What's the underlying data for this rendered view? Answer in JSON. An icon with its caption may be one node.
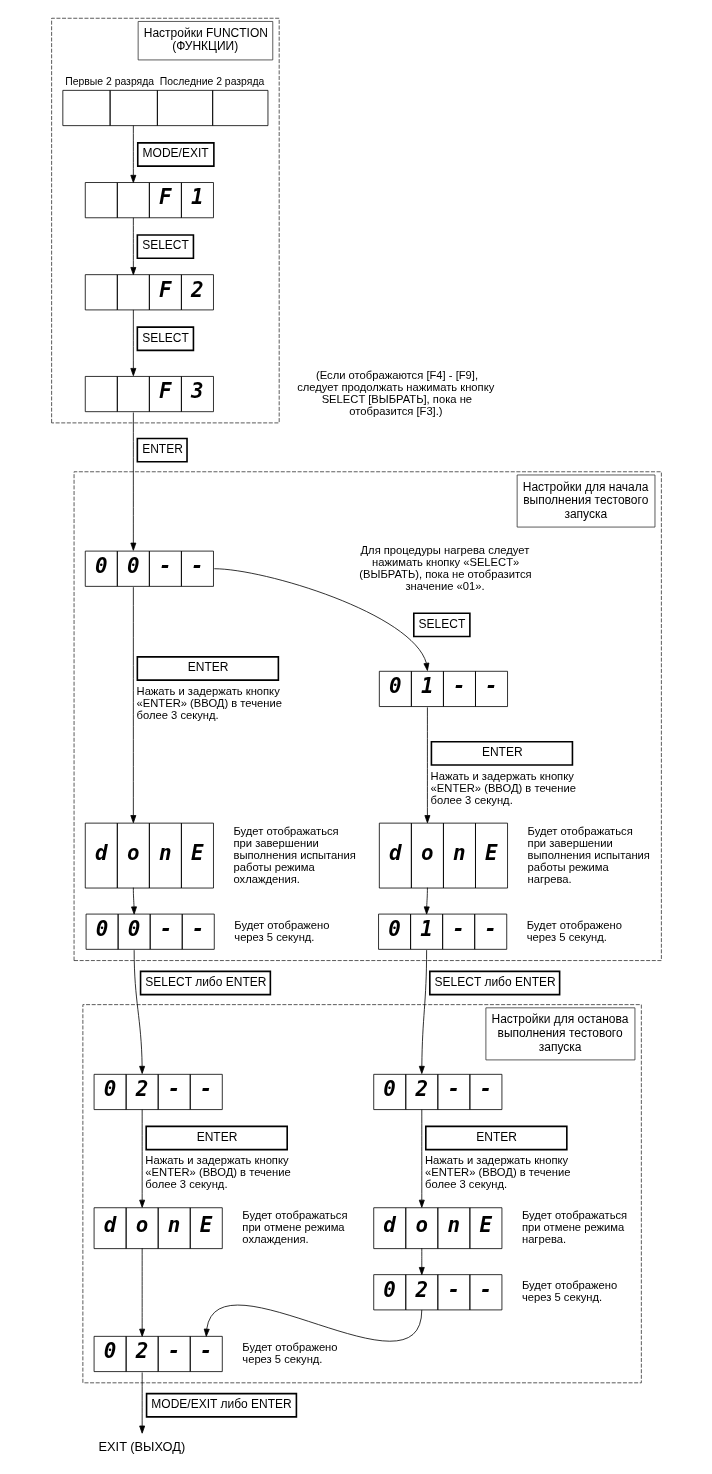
{
  "diagram": {
    "nodes": [
      {
        "text": [
          "Настройки FUNCTION (ФУНКЦИИ)"
        ]
      },
      {
        "text": [],
        "shape": "box",
        "in": 0,
        "beside": [
          "Первые 2 разряда",
          "Последние 2 разряда"
        ]
      },
      {
        "text": [
          "F",
          "1"
        ],
        "in": 0
      },
      {
        "text": [
          "F",
          "2"
        ],
        "in": 0
      },
      {
        "text": [
          "F",
          "3"
        ],
        "in": 0
      },
      {
        "text": [
          "Настройки для начала выполнения тестового запуска"
        ]
      },
      {
        "text": [
          "0",
          "0",
          "-",
          "-"
        ],
        "in": 5
      },
      {
        "text": [
          "0",
          "1",
          "-",
          "-"
        ],
        "in": 5
      },
      {
        "text": [
          "d",
          "o",
          "n",
          "E"
        ],
        "in": 5,
        "beside": [
          "Будет отображаться при завершении выполнения испытания работы режима охлаждения."
        ]
      },
      {
        "text": [
          "0",
          "0",
          "-",
          "-"
        ],
        "in": 5,
        "beside": [
          "Будет отображено через 5 секунд."
        ]
      },
      {
        "text": [
          "d",
          "o",
          "n",
          "E"
        ],
        "in": 5,
        "beside": [
          "Будет отображаться при завершении выполнения испытания работы режима нагрева."
        ]
      },
      {
        "text": [
          "0",
          "1",
          "-",
          "-"
        ],
        "in": 5,
        "beside": [
          "Будет отображено через 5 секунд."
        ]
      },
      {
        "text": [
          "Настройки для останова выполнения тестового запуска"
        ]
      },
      {
        "text": [
          "0",
          "2",
          "-",
          "-"
        ],
        "in": 12
      },
      {
        "text": [
          "0",
          "2",
          "-",
          "-"
        ],
        "in": 12
      },
      {
        "text": [
          "d",
          "o",
          "n",
          "E"
        ],
        "in": 12,
        "beside": [
          "Будет отображаться при отмене режима охлаждения."
        ]
      },
      {
        "text": [
          "0",
          "2",
          "-",
          "-"
        ],
        "in": 12,
        "beside": [
          "Будет отображено через 5 секунд."
        ]
      },
      {
        "text": [
          "d",
          "o",
          "n",
          "E"
        ],
        "in": 12,
        "beside": [
          "Будет отображаться при отмене режима нагрева."
        ]
      },
      {
        "text": [
          "0",
          "2",
          "-",
          "-"
        ],
        "in": 12,
        "beside": [
          "Будет отображено через 5 секунд."
        ]
      },
      {
        "text": [
          "EXIT (ВЫХОД)"
        ]
      }
    ],
    "edges": [
      {
        "from": 1,
        "to": 2,
        "arrow": "to",
        "label": "MODE/EXIT"
      },
      {
        "from": 2,
        "to": 3,
        "arrow": "to",
        "label": "SELECT"
      },
      {
        "from": 3,
        "to": 4,
        "arrow": "to",
        "label": "SELECT"
      },
      {
        "from": 4,
        "to": 6,
        "arrow": "to",
        "label": "ENTER"
      },
      {
        "from": 6,
        "to": 7,
        "arrow": "to",
        "label": "SELECT"
      },
      {
        "from": 6,
        "to": 8,
        "arrow": "to",
        "label": "ENTER"
      },
      {
        "from": 7,
        "to": 10,
        "arrow": "to",
        "label": "ENTER"
      },
      {
        "from": 8,
        "to": 9,
        "arrow": "to"
      },
      {
        "from": 10,
        "to": 11,
        "arrow": "to"
      },
      {
        "from": 9,
        "to": 13,
        "arrow": "to",
        "label": "SELECT либо ENTER"
      },
      {
        "from": 11,
        "to": 14,
        "arrow": "to",
        "label": "SELECT либо ENTER"
      },
      {
        "from": 13,
        "to": 15,
        "arrow": "to",
        "label": "ENTER"
      },
      {
        "from": 14,
        "to": 17,
        "arrow": "to",
        "label": "ENTER"
      },
      {
        "from": 15,
        "to": 16,
        "arrow": "to"
      },
      {
        "from": 17,
        "to": 18,
        "arrow": "to"
      },
      {
        "from": 18,
        "to": 16,
        "arrow": "to"
      },
      {
        "from": 16,
        "to": 19,
        "arrow": "to",
        "label": "MODE/EXIT либо ENTER"
      }
    ],
    "labels": [
      "(Если отображаются [F4] - [F9], следует продолжать нажимать кнопку SELECT [ВЫБРАТЬ], пока не отобразится [F3].)",
      "Для процедуры нагрева следует нажимать кнопку «SELECT» (ВЫБРАТЬ), пока не отобразится значение «01».",
      "Нажать и задержать кнопку «ENTER» (ВВОД) в течение более 3 секунд.",
      "Нажать и задержать кнопку «ENTER» (ВВОД) в течение более 3 секунд.",
      "Нажать и задержать кнопку «ENTER» (ВВОД) в течение более 3 секунд.",
      "Нажать и задержать кнопку «ENTER» (ВВОД) в течение более 3 секунд."
    ]
  }
}
